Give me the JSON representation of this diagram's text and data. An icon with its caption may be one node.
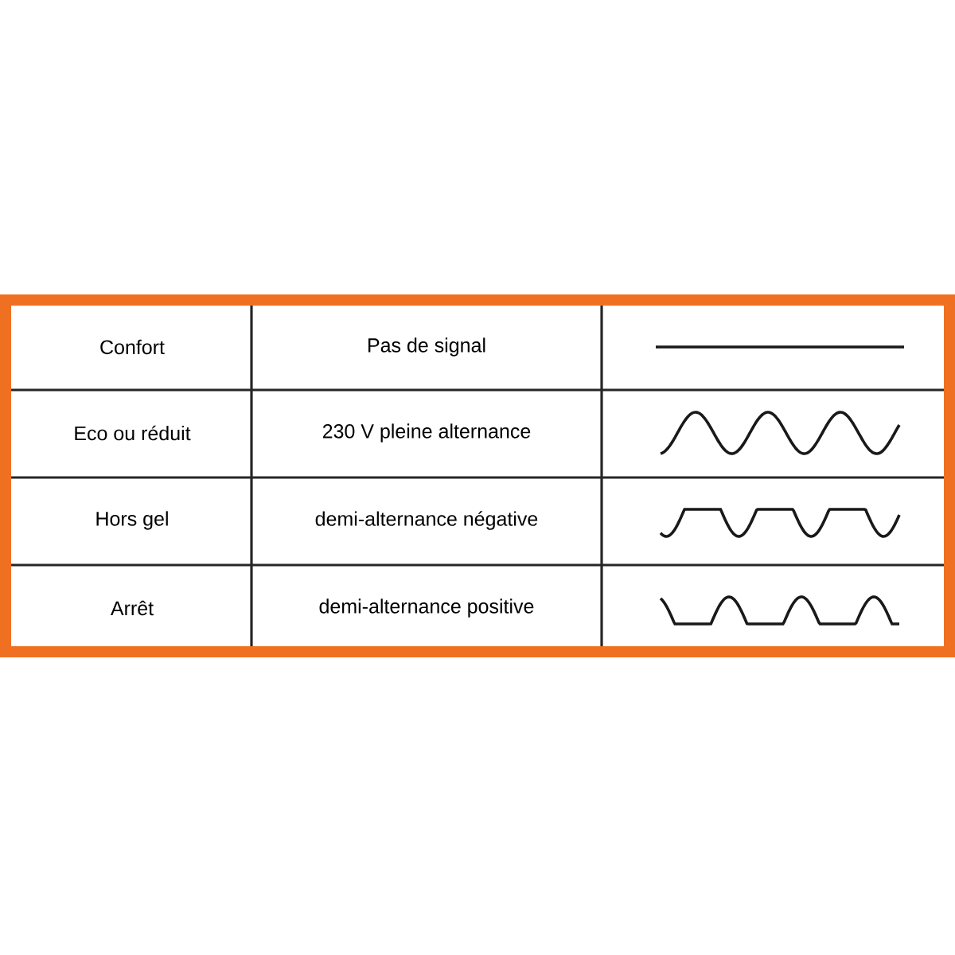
{
  "diagram": {
    "labels": [
      "Confort",
      "Pas de signal",
      "Eco ou réduit",
      "230 V pleine alternance",
      "Hors gel",
      "demi-alternance négative",
      "Arrêt",
      "demi-alternance positive"
    ]
  }
}
